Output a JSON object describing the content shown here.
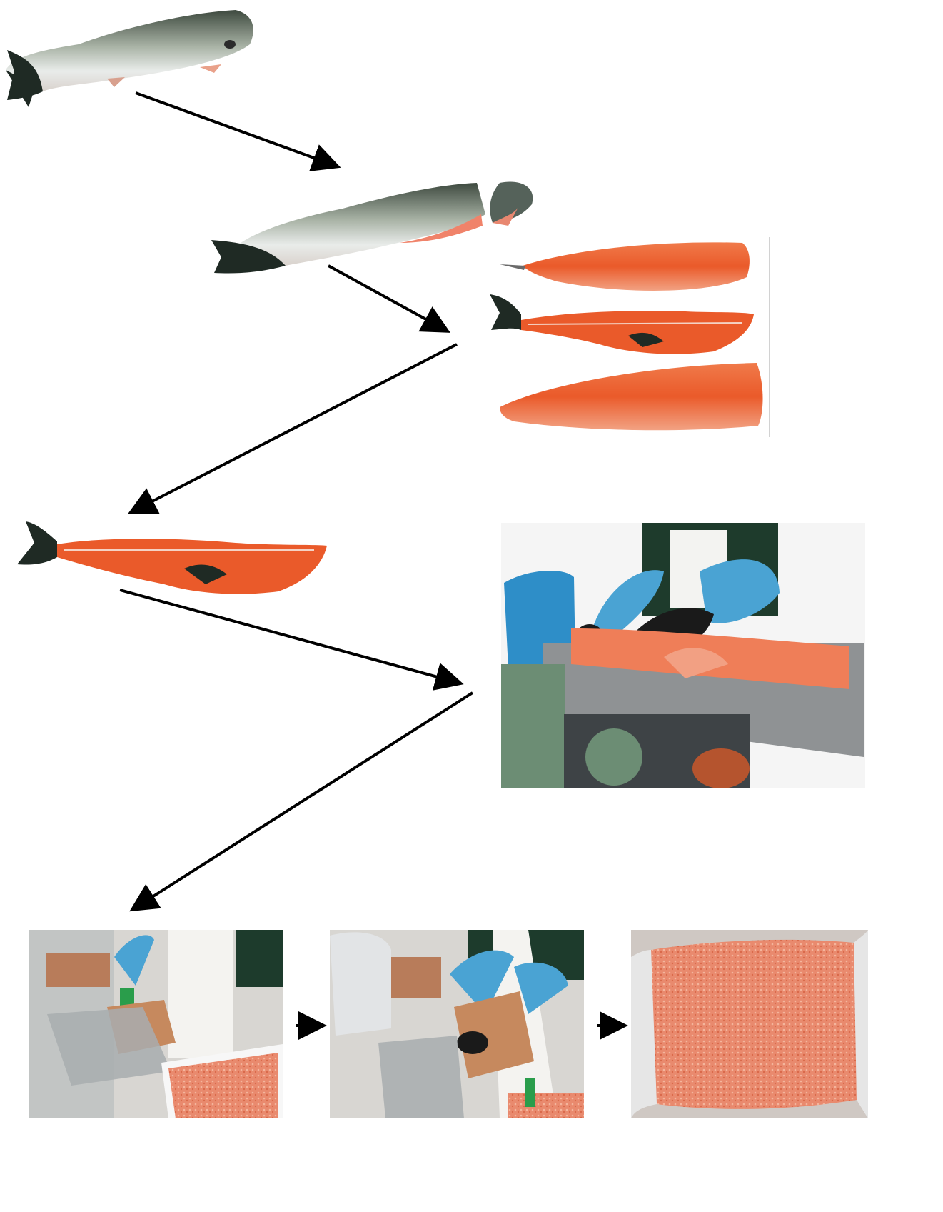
{
  "diagram": {
    "stages": [
      {
        "id": "whole-fish",
        "name": "whole-fish-image"
      },
      {
        "id": "headed-fish",
        "name": "headed-fish-image"
      },
      {
        "id": "fillet-parts",
        "name": "fillet-parts-image"
      },
      {
        "id": "frame",
        "name": "fish-frame-image"
      },
      {
        "id": "mincing",
        "name": "mincing-machine-photo"
      },
      {
        "id": "filling-box",
        "name": "filling-box-photo"
      },
      {
        "id": "pressing-block",
        "name": "pressing-block-photo"
      },
      {
        "id": "minced-block",
        "name": "minced-block-photo"
      }
    ],
    "colors": {
      "background": "#ffffff",
      "arrow": "#000000",
      "salmon_flesh": "#ee6a3c",
      "fish_skin": "#8c9a8c",
      "fish_dark": "#1f2a24",
      "mince": "#e98a6e",
      "sleeve_blue": "#4aa3d3",
      "steel": "#9a9d9f"
    }
  }
}
